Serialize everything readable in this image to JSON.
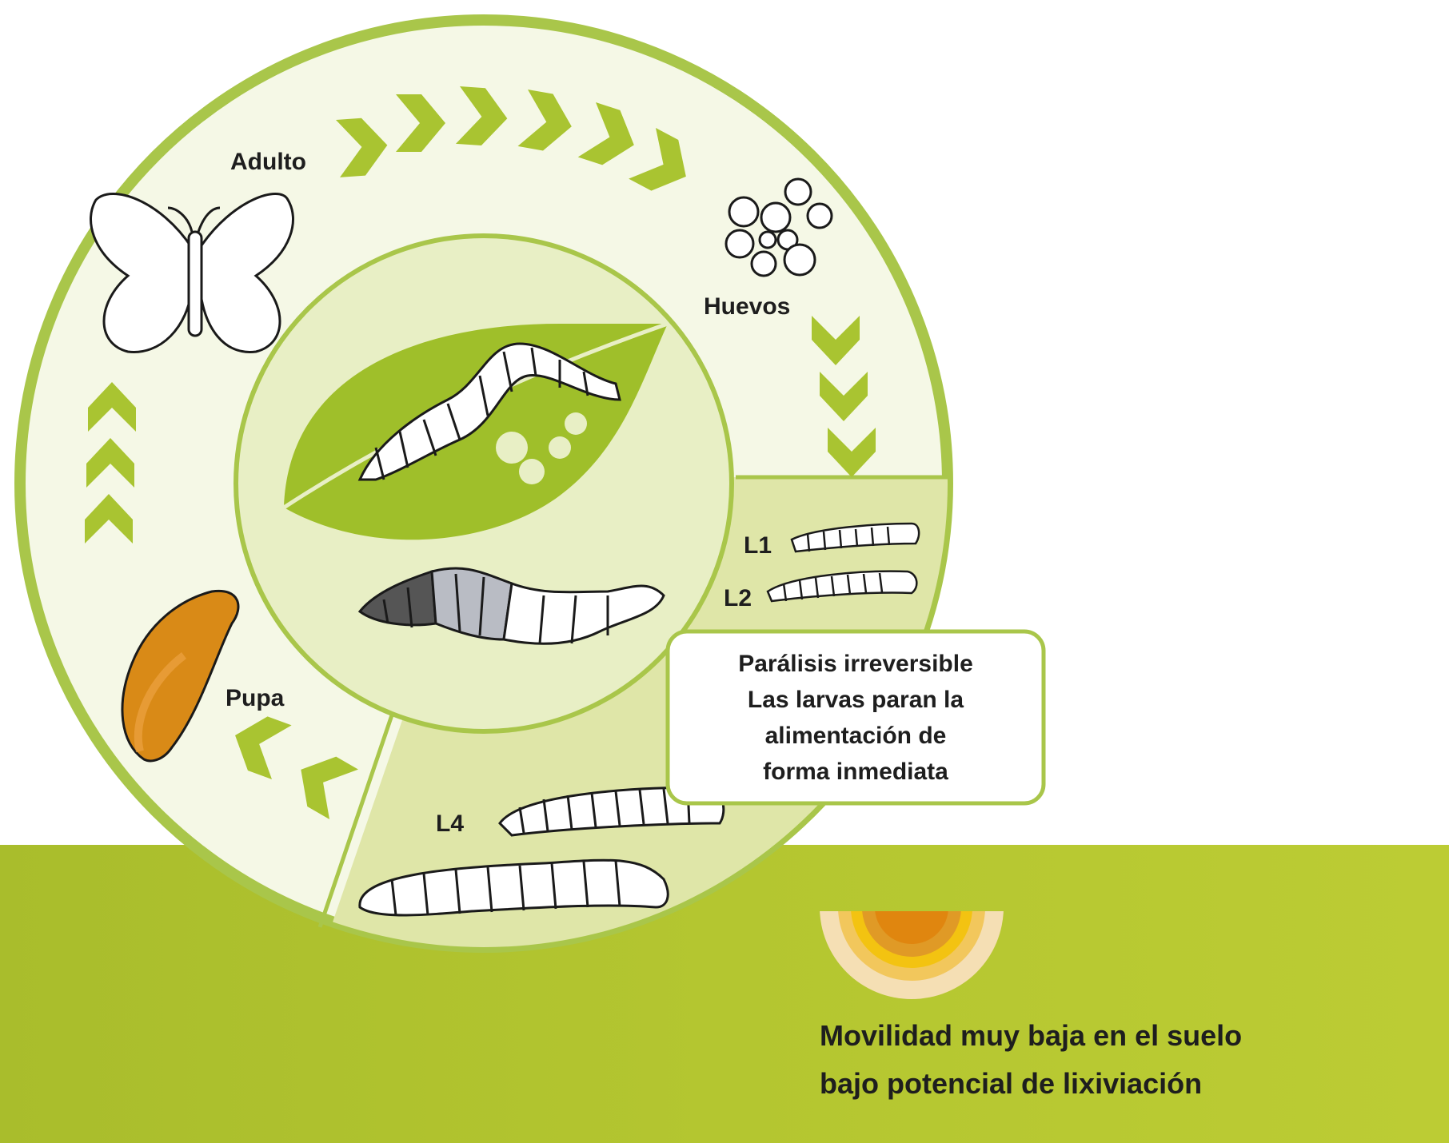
{
  "stages": {
    "adult": "Adulto",
    "eggs": "Huevos",
    "pupa": "Pupa",
    "l1": "L1",
    "l2": "L2",
    "l4": "L4"
  },
  "effect_box": {
    "line1": "Parálisis irreversible",
    "line2": "Las larvas paran la",
    "line3": "alimentación de",
    "line4": "forma inmediata"
  },
  "soil_note": {
    "line1": "Movilidad muy baja en el suelo",
    "line2": "bajo potencial de lixiviación"
  },
  "colors": {
    "green_band": "#b5c632",
    "arrow_green": "#a9c431",
    "ring_fill": "#f5f8e6",
    "ring_stroke": "#a9c64a",
    "inner_disk": "#e8efc5",
    "leaf": "#9fbf2a",
    "sector_fill": "#dfe6a8",
    "pupa_orange": "#d98a17"
  }
}
